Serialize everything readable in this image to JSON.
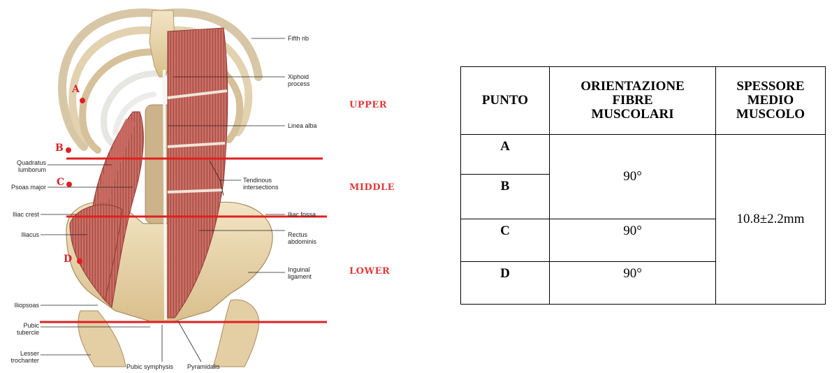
{
  "figure": {
    "labels_right": [
      "Fifth rib",
      "Xiphoid\nprocess",
      "Linea alba",
      "Tendinous\nintersections",
      "Iliac fossa",
      "Rectus\nabdominis",
      "Inguinal\nligament"
    ],
    "labels_left": [
      "Quadratus\nlumborum",
      "Psoas major",
      "Iliac crest",
      "Iliacus",
      "Iliopsoas",
      "Pubic\ntubercle",
      "Lesser\ntrochanter"
    ],
    "labels_bottom": [
      "Pubic symphysis",
      "Pyramidalis"
    ],
    "points": [
      "A",
      "B",
      "C",
      "D"
    ],
    "zones": [
      "UPPER",
      "MIDDLE",
      "LOWER"
    ],
    "colors": {
      "line": "#e02020",
      "muscle": "#c5645a",
      "bone": "#e9d6b0",
      "cartilage": "#dcdcd8"
    }
  },
  "table": {
    "headers": [
      "PUNTO",
      "ORIENTAZIONE\nFIBRE\nMUSCOLARI",
      "SPESSORE\nMEDIO\nMUSCOLO"
    ],
    "rows": [
      {
        "punto": "A",
        "orientazione": "90°"
      },
      {
        "punto": "B",
        "orientazione": ""
      },
      {
        "punto": "C",
        "orientazione": "90°"
      },
      {
        "punto": "D",
        "orientazione": "90°"
      }
    ],
    "spessore": "10.8±2.2mm"
  }
}
